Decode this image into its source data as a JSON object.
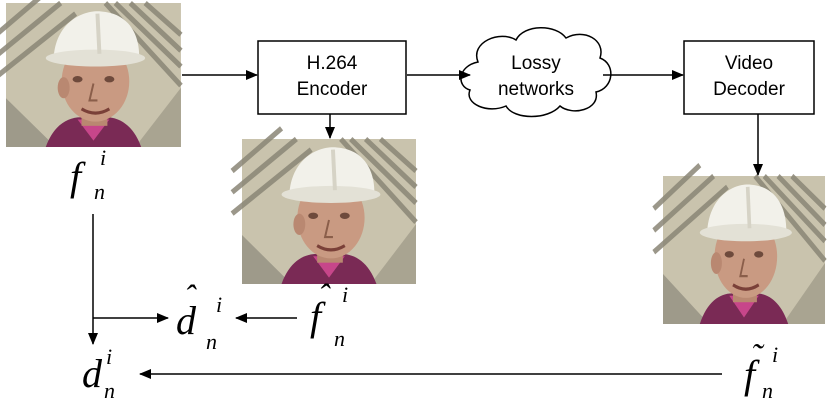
{
  "diagram": {
    "nodes": {
      "encoder": {
        "line1": "H.264",
        "line2": "Encoder"
      },
      "network": {
        "line1": "Lossy",
        "line2": "networks"
      },
      "decoder": {
        "line1": "Video",
        "line2": "Decoder"
      }
    },
    "symbols": {
      "original": {
        "base": "f",
        "sub": "n",
        "sup": "i"
      },
      "encoded": {
        "base": "f",
        "accent": "̂",
        "sub": "n",
        "sup": "i"
      },
      "encoder_distortion": {
        "base": "d",
        "accent": "̂",
        "sub": "n",
        "sup": "i"
      },
      "received": {
        "base": "f",
        "accent": "̃",
        "sub": "n",
        "sup": "i"
      },
      "total_distortion": {
        "base": "d",
        "sub": "n",
        "sup": "i"
      }
    },
    "images": [
      {
        "name": "original-frame-thumbnail",
        "content": "worker in white hard hat"
      },
      {
        "name": "encoded-frame-thumbnail",
        "content": "worker in white hard hat"
      },
      {
        "name": "decoded-frame-thumbnail",
        "content": "worker in white hard hat"
      }
    ],
    "colors": {
      "stroke": "#000000",
      "box_fill": "#ffffff"
    }
  }
}
